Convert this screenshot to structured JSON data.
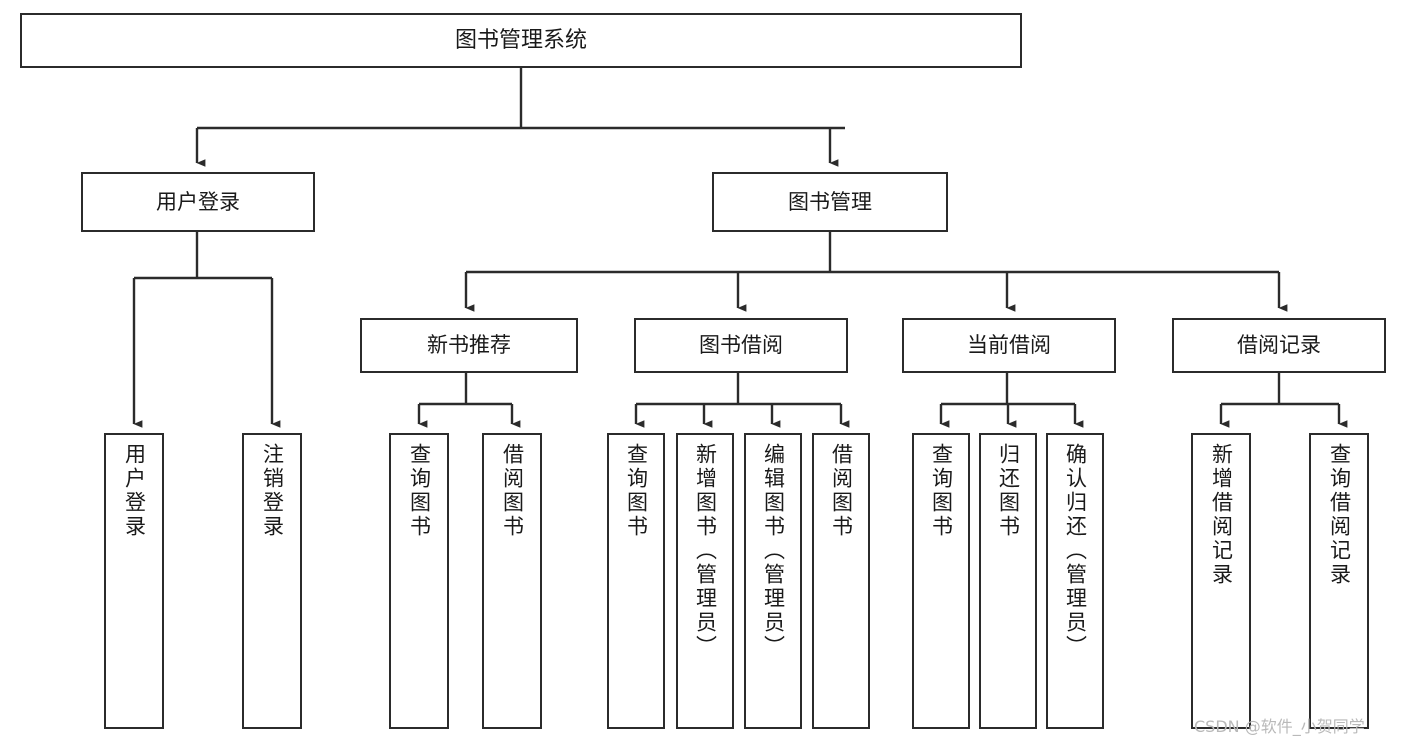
{
  "diagram": {
    "title": "图书管理系统",
    "type": "tree-hierarchy-chart",
    "orientation": "top-down",
    "watermark": "CSDN @软件_小贺同学",
    "style": {
      "box_fill": "#ffffff",
      "box_stroke": "#2b2b2b",
      "edge_color": "#2b2b2b",
      "page_background": "#ffffff",
      "watermark_color": "#b9b9b9"
    },
    "nodes": {
      "root": {
        "label": "图书管理系统",
        "level": 0,
        "text_direction": "horizontal"
      },
      "l1": [
        {
          "id": "user-login",
          "label": "用户登录",
          "level": 1,
          "text_direction": "horizontal"
        },
        {
          "id": "book-manage",
          "label": "图书管理",
          "level": 1,
          "text_direction": "horizontal"
        }
      ],
      "l2": [
        {
          "id": "new-book-rec",
          "label": "新书推荐",
          "level": 2,
          "text_direction": "horizontal"
        },
        {
          "id": "book-borrow",
          "label": "图书借阅",
          "level": 2,
          "text_direction": "horizontal"
        },
        {
          "id": "current-borrow",
          "label": "当前借阅",
          "level": 2,
          "text_direction": "horizontal"
        },
        {
          "id": "borrow-record",
          "label": "借阅记录",
          "level": 2,
          "text_direction": "horizontal"
        }
      ],
      "leaves": [
        {
          "id": "leaf-user-login",
          "label": "用户登录",
          "parent": "user-login",
          "text_direction": "vertical"
        },
        {
          "id": "leaf-logout",
          "label": "注销登录",
          "parent": "user-login",
          "text_direction": "vertical"
        },
        {
          "id": "leaf-query-book-1",
          "label": "查询图书",
          "parent": "new-book-rec",
          "text_direction": "vertical"
        },
        {
          "id": "leaf-borrow-book-1",
          "label": "借阅图书",
          "parent": "new-book-rec",
          "text_direction": "vertical"
        },
        {
          "id": "leaf-query-book-2",
          "label": "查询图书",
          "parent": "book-borrow",
          "text_direction": "vertical"
        },
        {
          "id": "leaf-add-book",
          "label": "新增图书（管理员）",
          "parent": "book-borrow",
          "text_direction": "vertical"
        },
        {
          "id": "leaf-edit-book",
          "label": "编辑图书（管理员）",
          "parent": "book-borrow",
          "text_direction": "vertical"
        },
        {
          "id": "leaf-borrow-book-2",
          "label": "借阅图书",
          "parent": "book-borrow",
          "text_direction": "vertical"
        },
        {
          "id": "leaf-query-book-3",
          "label": "查询图书",
          "parent": "current-borrow",
          "text_direction": "vertical"
        },
        {
          "id": "leaf-return-book",
          "label": "归还图书",
          "parent": "current-borrow",
          "text_direction": "vertical"
        },
        {
          "id": "leaf-confirm-return",
          "label": "确认归还（管理员）",
          "parent": "current-borrow",
          "text_direction": "vertical"
        },
        {
          "id": "leaf-add-record",
          "label": "新增借阅记录",
          "parent": "borrow-record",
          "text_direction": "vertical"
        },
        {
          "id": "leaf-query-record",
          "label": "查询借阅记录",
          "parent": "borrow-record",
          "text_direction": "vertical"
        }
      ]
    }
  }
}
